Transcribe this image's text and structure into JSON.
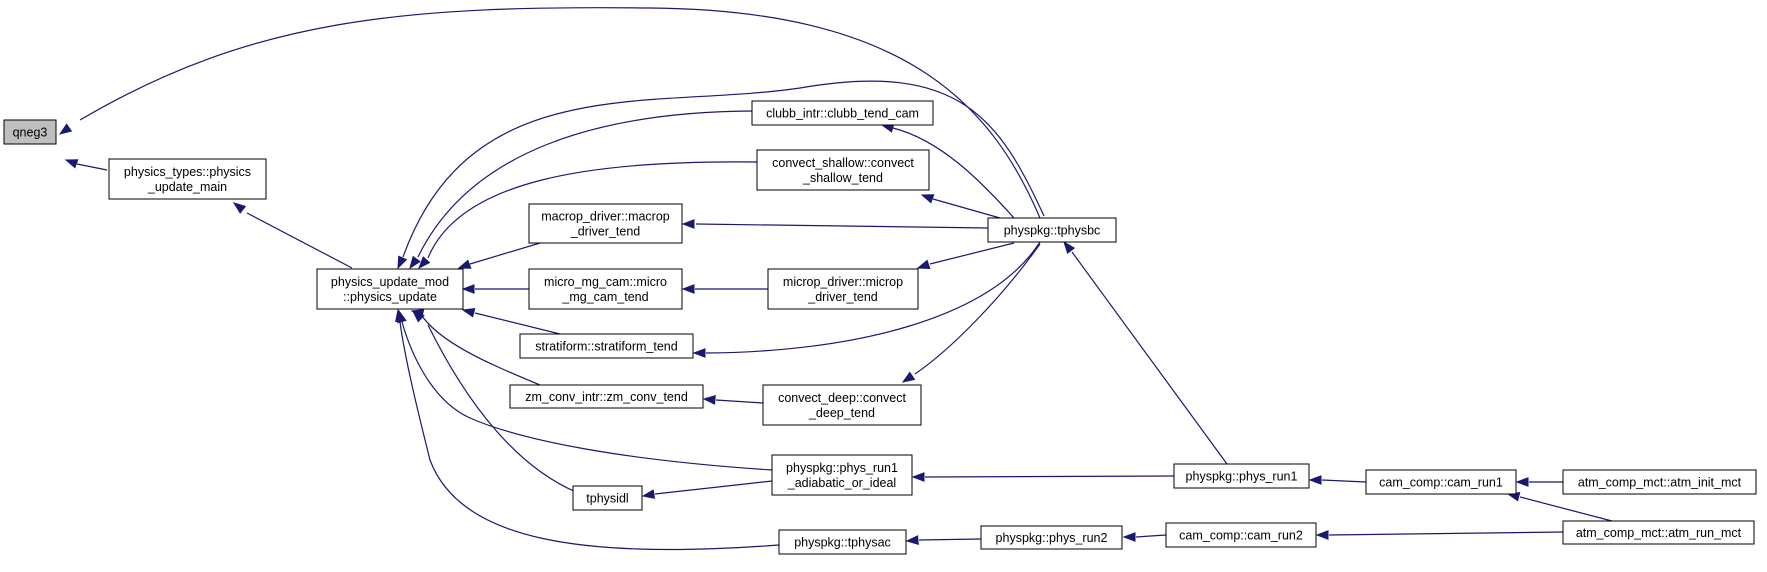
{
  "diagram": {
    "nodes": {
      "qneg3": {
        "lines": [
          "qneg3"
        ],
        "highlight": true
      },
      "physics_update_main": {
        "lines": [
          "physics_types::physics",
          "_update_main"
        ]
      },
      "physics_update": {
        "lines": [
          "physics_update_mod",
          "::physics_update"
        ]
      },
      "macrop_driver_tend": {
        "lines": [
          "macrop_driver::macrop",
          "_driver_tend"
        ]
      },
      "micro_mg_cam_tend": {
        "lines": [
          "micro_mg_cam::micro",
          "_mg_cam_tend"
        ]
      },
      "stratiform_tend": {
        "lines": [
          "stratiform::stratiform_tend"
        ]
      },
      "zm_conv_tend": {
        "lines": [
          "zm_conv_intr::zm_conv_tend"
        ]
      },
      "tphysidl": {
        "lines": [
          "tphysidl"
        ]
      },
      "clubb_tend_cam": {
        "lines": [
          "clubb_intr::clubb_tend_cam"
        ]
      },
      "convect_shallow_tend": {
        "lines": [
          "convect_shallow::convect",
          "_shallow_tend"
        ]
      },
      "microp_driver_tend": {
        "lines": [
          "microp_driver::microp",
          "_driver_tend"
        ]
      },
      "convect_deep_tend": {
        "lines": [
          "convect_deep::convect",
          "_deep_tend"
        ]
      },
      "phys_run1_adiabatic": {
        "lines": [
          "physpkg::phys_run1",
          "_adiabatic_or_ideal"
        ]
      },
      "tphysac": {
        "lines": [
          "physpkg::tphysac"
        ]
      },
      "tphysbc": {
        "lines": [
          "physpkg::tphysbc"
        ]
      },
      "phys_run1": {
        "lines": [
          "physpkg::phys_run1"
        ]
      },
      "phys_run2": {
        "lines": [
          "physpkg::phys_run2"
        ]
      },
      "cam_run1": {
        "lines": [
          "cam_comp::cam_run1"
        ]
      },
      "cam_run2": {
        "lines": [
          "cam_comp::cam_run2"
        ]
      },
      "atm_init_mct": {
        "lines": [
          "atm_comp_mct::atm_init_mct"
        ]
      },
      "atm_run_mct": {
        "lines": [
          "atm_comp_mct::atm_run_mct"
        ]
      }
    },
    "edges": [
      {
        "from": "physics_update_main",
        "to": "qneg3"
      },
      {
        "from": "tphysbc",
        "to": "qneg3"
      },
      {
        "from": "physics_update",
        "to": "physics_update_main"
      },
      {
        "from": "macrop_driver_tend",
        "to": "physics_update"
      },
      {
        "from": "micro_mg_cam_tend",
        "to": "physics_update"
      },
      {
        "from": "stratiform_tend",
        "to": "physics_update"
      },
      {
        "from": "zm_conv_tend",
        "to": "physics_update"
      },
      {
        "from": "tphysidl",
        "to": "physics_update"
      },
      {
        "from": "clubb_tend_cam",
        "to": "physics_update"
      },
      {
        "from": "convect_shallow_tend",
        "to": "physics_update"
      },
      {
        "from": "tphysbc",
        "to": "physics_update"
      },
      {
        "from": "phys_run1_adiabatic",
        "to": "physics_update"
      },
      {
        "from": "tphysac",
        "to": "physics_update"
      },
      {
        "from": "tphysbc",
        "to": "clubb_tend_cam"
      },
      {
        "from": "tphysbc",
        "to": "convect_shallow_tend"
      },
      {
        "from": "tphysbc",
        "to": "macrop_driver_tend"
      },
      {
        "from": "microp_driver_tend",
        "to": "micro_mg_cam_tend"
      },
      {
        "from": "tphysbc",
        "to": "microp_driver_tend"
      },
      {
        "from": "tphysbc",
        "to": "stratiform_tend"
      },
      {
        "from": "convect_deep_tend",
        "to": "zm_conv_tend"
      },
      {
        "from": "tphysbc",
        "to": "convect_deep_tend"
      },
      {
        "from": "phys_run1_adiabatic",
        "to": "tphysidl"
      },
      {
        "from": "phys_run1",
        "to": "phys_run1_adiabatic"
      },
      {
        "from": "phys_run1",
        "to": "tphysbc"
      },
      {
        "from": "phys_run2",
        "to": "tphysac"
      },
      {
        "from": "cam_run1",
        "to": "phys_run1"
      },
      {
        "from": "cam_run2",
        "to": "phys_run2"
      },
      {
        "from": "atm_init_mct",
        "to": "cam_run1"
      },
      {
        "from": "atm_run_mct",
        "to": "cam_run1"
      },
      {
        "from": "atm_run_mct",
        "to": "cam_run2"
      }
    ]
  }
}
